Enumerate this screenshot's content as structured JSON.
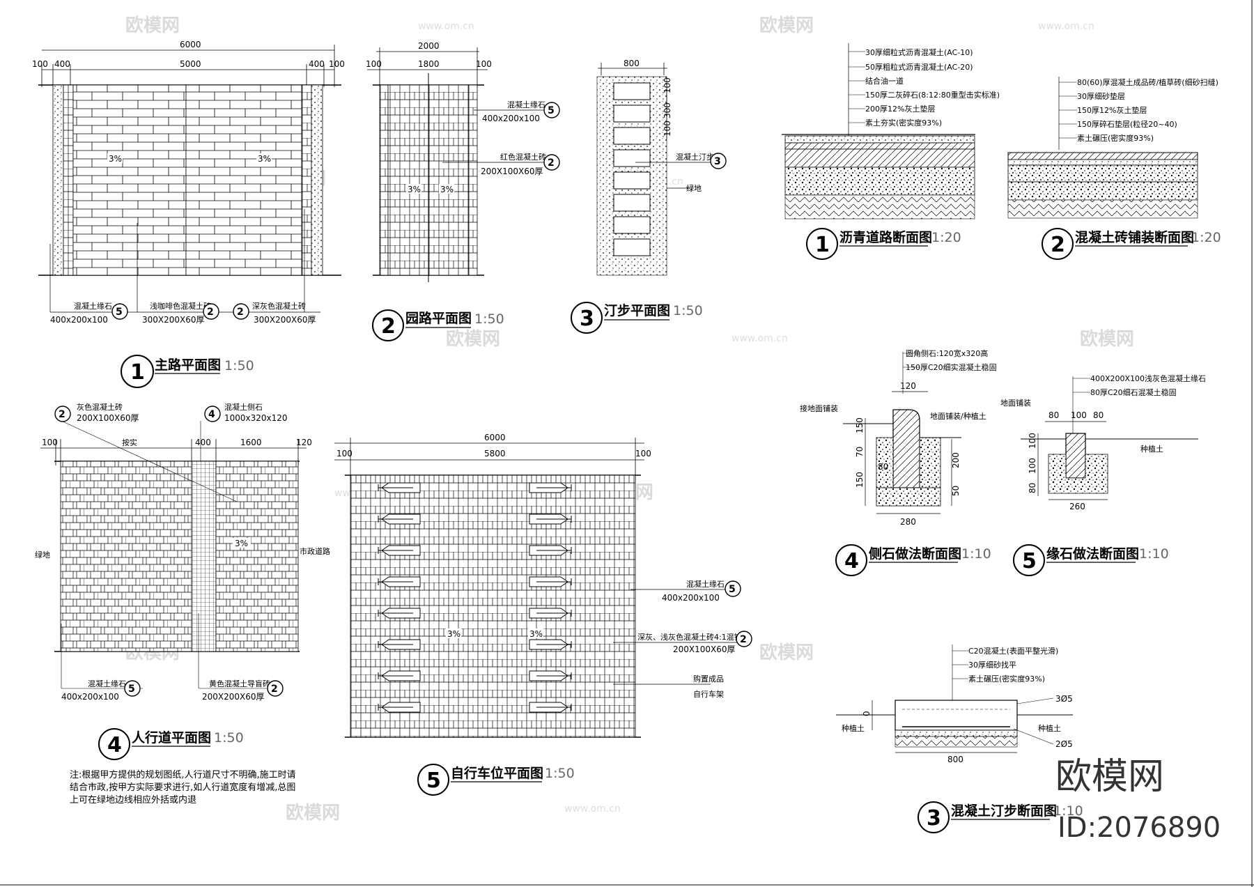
{
  "watermark": {
    "logo_text": "欧模网",
    "url": "www.om.cn"
  },
  "stamp": {
    "brand": "欧模网",
    "id": "ID:2076890"
  },
  "views": {
    "main_road": {
      "num": "1",
      "title": "主路平面图",
      "scale": "1:50",
      "dims_top": [
        "6000",
        "100",
        "400",
        "5000",
        "400",
        "100"
      ],
      "slopes": [
        "3%",
        "3%"
      ],
      "callouts": [
        {
          "text": "混凝土缘石",
          "size": "400x200x100",
          "ref": "5"
        },
        {
          "text": "浅咖啡色混凝土砖",
          "size": "300X200X60厚",
          "ref": "2"
        },
        {
          "text": "深灰色混凝土砖",
          "size": "300X200X60厚",
          "ref": "2"
        }
      ]
    },
    "garden_path": {
      "num": "2",
      "title": "园路平面图",
      "scale": "1:50",
      "dims_top": [
        "2000",
        "100",
        "1800",
        "100"
      ],
      "slopes": [
        "3%",
        "3%"
      ],
      "callouts": [
        {
          "text": "混凝土缘石",
          "size": "400x200x100",
          "ref": "5"
        },
        {
          "text": "红色混凝土砖",
          "size": "200X100X60厚",
          "ref": "2"
        }
      ]
    },
    "stepping": {
      "num": "3",
      "title": "汀步平面图",
      "scale": "1:50",
      "dims": [
        "800",
        "100",
        "300",
        "100"
      ],
      "callouts": [
        {
          "text": "混凝土汀步",
          "ref": "3"
        },
        {
          "text": "绿地"
        }
      ]
    },
    "sidewalk": {
      "num": "4",
      "title": "人行道平面图",
      "scale": "1:50",
      "dims_top": [
        "100",
        "按实",
        "400",
        "1600",
        "120"
      ],
      "slope": "3%",
      "side_left": "绿地",
      "side_right": "市政道路",
      "callouts": [
        {
          "text": "灰色混凝土砖",
          "size": "200X100X60厚",
          "ref": "2"
        },
        {
          "text": "混凝土侧石",
          "size": "1000x320x120",
          "ref": "4"
        },
        {
          "text": "混凝土缘石",
          "size": "400x200x100",
          "ref": "5"
        },
        {
          "text": "黄色混凝土导盲砖",
          "size": "200X200X60厚",
          "ref": "2"
        }
      ],
      "note": "注:根据甲方提供的规划图纸,人行道尺寸不明确,施工时请结合市政,按甲方实际要求进行,如人行道宽度有增减,总图上可在绿地边线相应外括或内退"
    },
    "bike": {
      "num": "5",
      "title": "自行车位平面图",
      "scale": "1:50",
      "dims_top": [
        "6000",
        "100",
        "5800",
        "100"
      ],
      "slopes": [
        "3%",
        "3%"
      ],
      "callouts": [
        {
          "text": "混凝土缘石",
          "size": "400x200x100",
          "ref": "5"
        },
        {
          "text": "深灰、浅灰色混凝土砖4:1混铺",
          "size": "200X100X60厚",
          "ref": "2"
        },
        {
          "text": "购置成品",
          "size": "自行车架"
        }
      ]
    },
    "asphalt_section": {
      "num": "1",
      "title": "沥青道路断面图",
      "scale": "1:20",
      "layers": [
        "30厚细粒式沥青混凝土(AC-10)",
        "50厚粗粒式沥青混凝土(AC-20)",
        "结合油一道",
        "150厚二灰碎石(8:12:80重型击实标准)",
        "200厚12%灰土垫层",
        "素土夯实(密实度93%)"
      ]
    },
    "paver_section": {
      "num": "2",
      "title": "混凝土砖铺装断面图",
      "scale": "1:20",
      "layers": [
        "80(60)厚混凝土成品砖/植草砖(细砂扫缝)",
        "30厚细砂垫层",
        "150厚12%灰土垫层",
        "150厚碎石垫层(粒径20~40)",
        "素土碾压(密实度93%)"
      ]
    },
    "curb_section": {
      "num": "4",
      "title": "侧石做法断面图",
      "scale": "1:10",
      "labels": [
        "圆角侧石:120宽x320高",
        "150厚C20细实混凝土稳固",
        "接地面铺装",
        "地面铺装/种植土"
      ],
      "dims": [
        "120",
        "150",
        "70",
        "150",
        "80",
        "200",
        "50",
        "280"
      ]
    },
    "edge_section": {
      "num": "5",
      "title": "缘石做法断面图",
      "scale": "1:10",
      "labels": [
        "400X200X100浅灰色混凝土缘石",
        "80厚C20细石混凝土稳固",
        "地面铺装",
        "种植土"
      ],
      "dims": [
        "80",
        "100",
        "80",
        "100",
        "100",
        "80",
        "260"
      ]
    },
    "step_section": {
      "num": "3",
      "title": "混凝土汀步断面图",
      "scale": "1:10",
      "labels": [
        "C20混凝土(表面平整光滑)",
        "30厚细砂找平",
        "素土碾压(密实度93%)",
        "种植土",
        "种植土",
        "3Ø5",
        "2Ø5"
      ],
      "dims": [
        "800",
        "0"
      ]
    }
  }
}
